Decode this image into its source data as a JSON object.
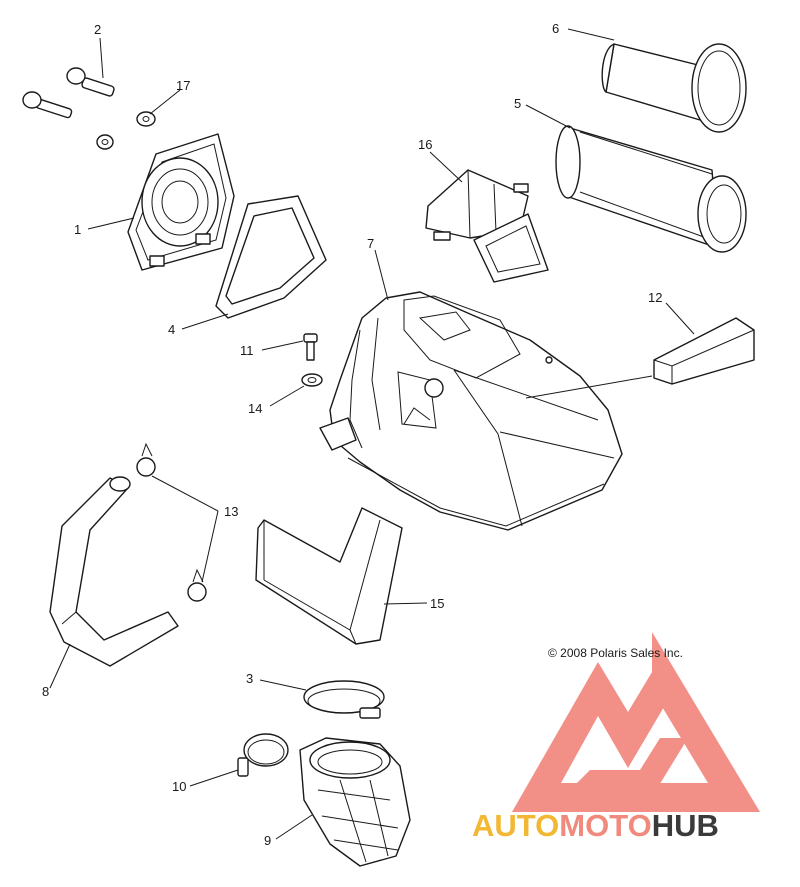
{
  "callouts": [
    "2",
    "17",
    "1",
    "4",
    "6",
    "5",
    "16",
    "7",
    "12",
    "11",
    "14",
    "13",
    "15",
    "8",
    "3",
    "10",
    "9"
  ],
  "copyright": "© 2008 Polaris Sales Inc.",
  "watermark": {
    "part_auto": "AUTO",
    "part_moto": "MOTO",
    "part_hub": "HUB",
    "color_auto": "#f2b733",
    "color_moto": "#f08a7d",
    "color_hub": "#3a3a3a",
    "logo_color": "#f07c72"
  }
}
